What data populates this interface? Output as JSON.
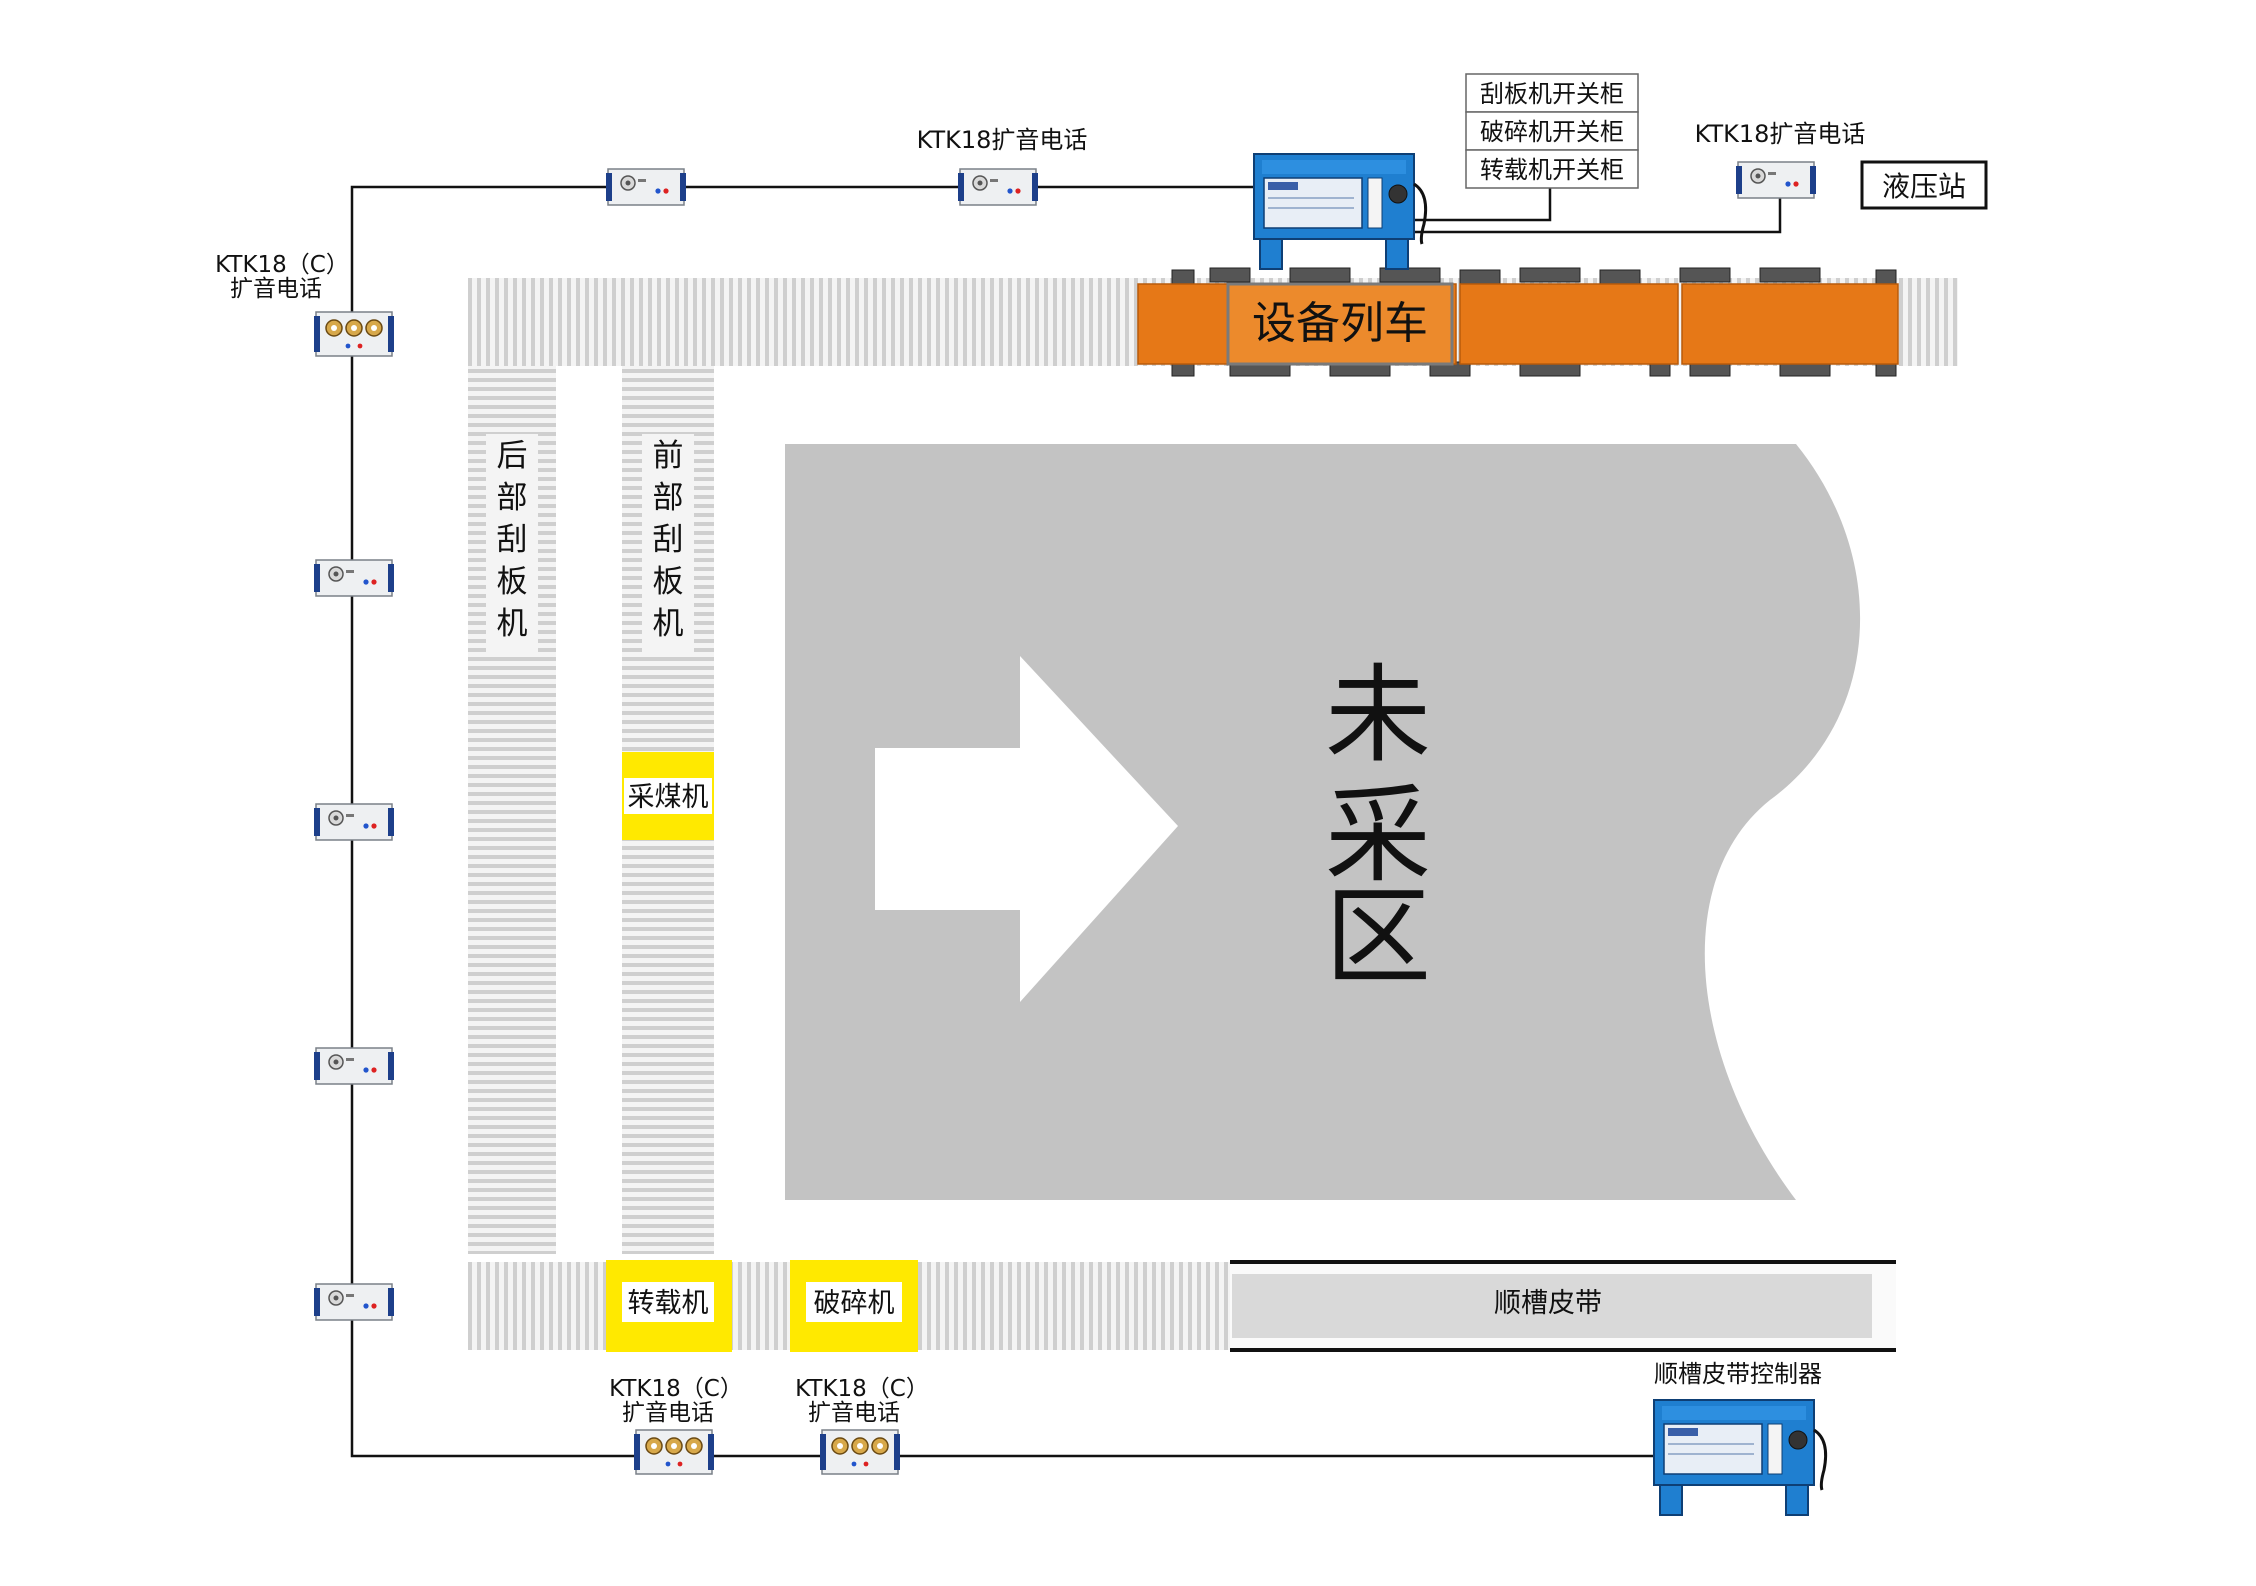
{
  "labels": {
    "ktk18_top": "KTK18扩音电话",
    "ktk18_topright": "KTK18扩音电话",
    "ktk18c_left_line1": "KTK18（C）",
    "ktk18c_left_line2": "扩音电话",
    "ktk18c_bottom1_line1": "KTK18（C）",
    "ktk18c_bottom1_line2": "扩音电话",
    "ktk18c_bottom2_line1": "KTK18（C）",
    "ktk18c_bottom2_line2": "扩音电话",
    "switch_cabinets": [
      "刮板机开关柜",
      "破碎机开关柜",
      "转载机开关柜"
    ],
    "hydraulic_station": "液压站",
    "equipment_train": "设备列车",
    "rear_conveyor": [
      "后",
      "部",
      "刮",
      "板",
      "机"
    ],
    "front_conveyor": [
      "前",
      "部",
      "刮",
      "板",
      "机"
    ],
    "shearer": "采煤机",
    "unmined_area": [
      "未",
      "采",
      "区"
    ],
    "transfer_machine": "转载机",
    "crusher": "破碎机",
    "belt": "顺槽皮带",
    "belt_controller": "顺槽皮带控制器"
  },
  "colors": {
    "conveyor_fill": "#f2f2f2",
    "conveyor_stripe": "#c8c8c8",
    "train_orange": "#e67817",
    "machine_yellow": "#ffe900",
    "unmined_gray": "#c3c3c3",
    "controller_blue": "#1f7fd0",
    "wire": "#111111"
  },
  "icons": {
    "phone": "ktk18-phone-icon",
    "phone_c": "ktk18c-phone-icon",
    "controller": "controller-box-icon",
    "arrow": "mining-direction-arrow"
  }
}
